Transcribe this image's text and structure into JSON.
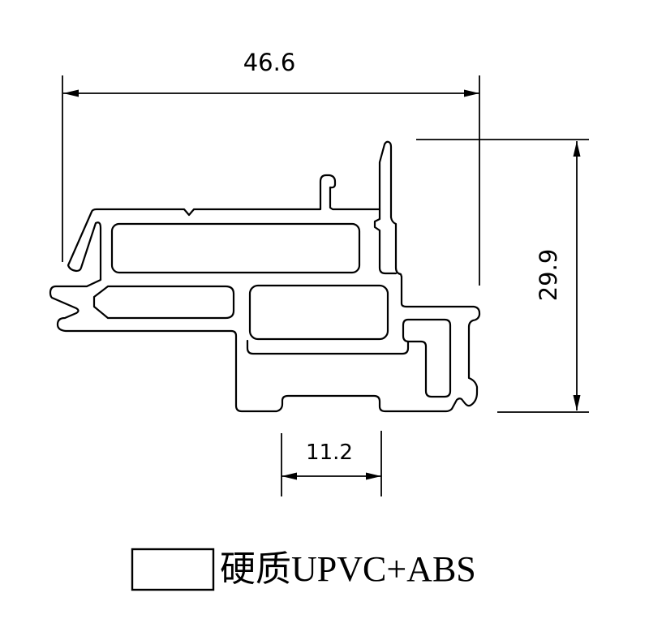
{
  "drawing": {
    "type": "cad-profile-cross-section",
    "colors": {
      "line": "#000000",
      "background": "#ffffff"
    },
    "dimensions": {
      "overall_width": "46.6",
      "overall_height": "29.9",
      "bottom_slot_width": "11.2"
    },
    "legend": {
      "material": "硬质UPVC+ABS"
    }
  }
}
